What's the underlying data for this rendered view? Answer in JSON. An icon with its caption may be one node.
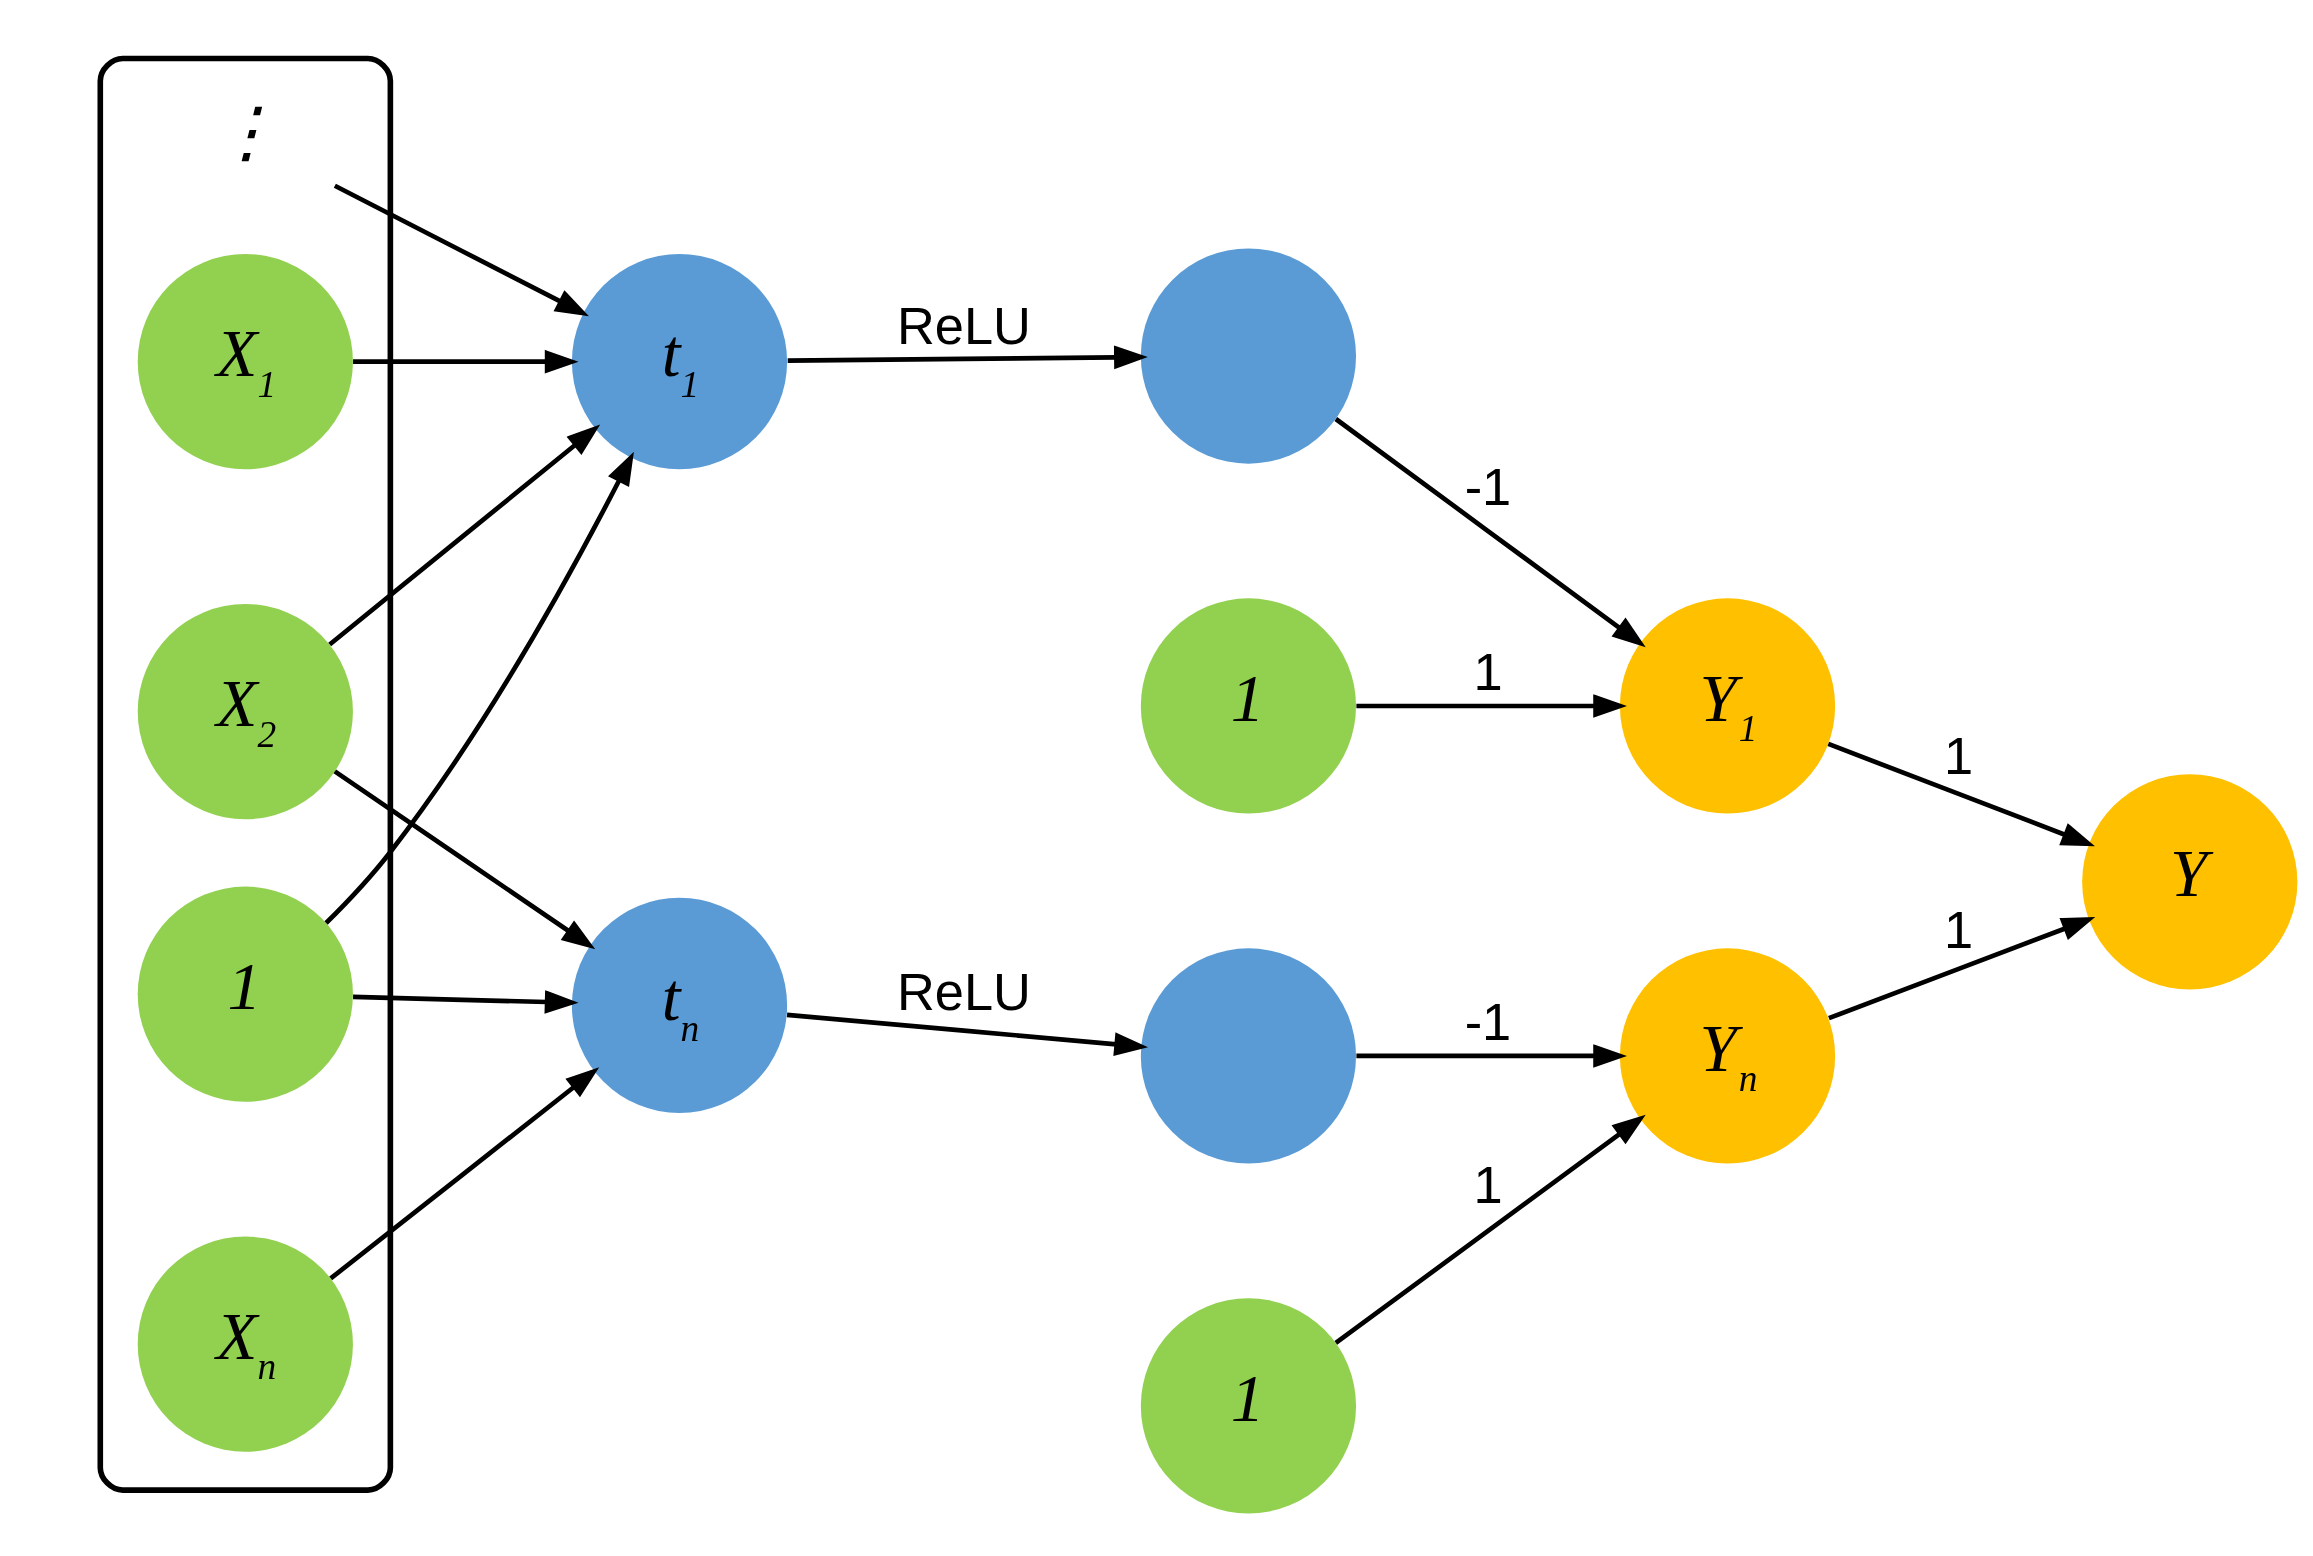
{
  "diagram": {
    "nodes": [
      {
        "text": [],
        "shape": "box"
      },
      {
        "text": [
          "X$_{1}$"
        ],
        "in": 0
      },
      {
        "text": [
          "X$_{2}$"
        ],
        "in": 0
      },
      {
        "text": [
          "⋮"
        ],
        "in": 0
      },
      {
        "text": [
          "X$_{n}$"
        ],
        "in": 0
      },
      {
        "text": [
          "1"
        ],
        "in": 0
      },
      {
        "text": [
          "t$_{1}$"
        ]
      },
      {
        "text": [
          "t$_{n}$"
        ]
      },
      {
        "text": [],
        "shape": "circle"
      },
      {
        "text": [
          "1"
        ]
      },
      {
        "text": [],
        "shape": "circle"
      },
      {
        "text": [
          "1"
        ]
      },
      {
        "text": [
          "Y$_{1}$"
        ]
      },
      {
        "text": [
          "Y$_{n}$"
        ]
      },
      {
        "text": [
          "Y"
        ]
      }
    ],
    "edges": [
      {
        "from": 1,
        "to": 6,
        "arrow": "to"
      },
      {
        "from": 2,
        "to": 6,
        "arrow": "to"
      },
      {
        "from": 2,
        "to": 7,
        "arrow": "to"
      },
      {
        "from": 3,
        "to": 6,
        "arrow": "to"
      },
      {
        "from": 4,
        "to": 7,
        "arrow": "to"
      },
      {
        "from": 5,
        "to": 6,
        "arrow": "to"
      },
      {
        "from": 5,
        "to": 7,
        "arrow": "to"
      },
      {
        "from": 6,
        "to": 8,
        "arrow": "to",
        "label": "ReLU"
      },
      {
        "from": 7,
        "to": 10,
        "arrow": "to",
        "label": "ReLU"
      },
      {
        "from": 8,
        "to": 12,
        "arrow": "to",
        "label": "-1"
      },
      {
        "from": 9,
        "to": 12,
        "arrow": "to",
        "label": "1"
      },
      {
        "from": 10,
        "to": 13,
        "arrow": "to",
        "label": "-1"
      },
      {
        "from": 11,
        "to": 13,
        "arrow": "to",
        "label": "1"
      },
      {
        "from": 12,
        "to": 14,
        "arrow": "to",
        "label": "1"
      },
      {
        "from": 13,
        "to": 14,
        "arrow": "to",
        "label": "1"
      }
    ]
  }
}
